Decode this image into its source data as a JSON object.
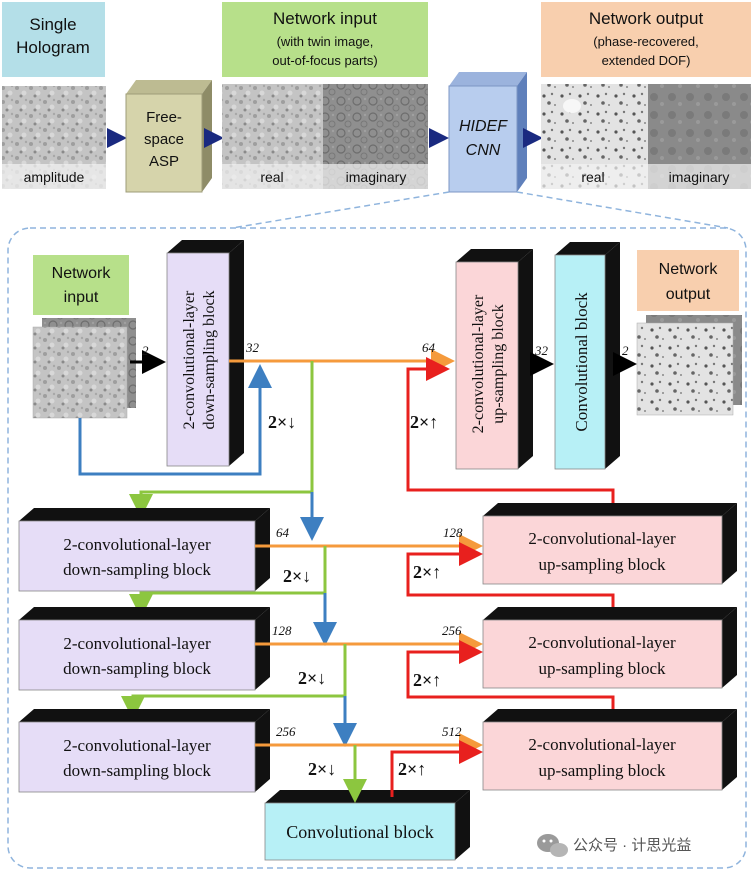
{
  "top": {
    "single_hologram": [
      "Single",
      "Hologram"
    ],
    "amplitude_label": "amplitude",
    "asp_box": [
      "Free-",
      "space",
      "ASP"
    ],
    "network_input_title": "Network input",
    "network_input_subtitle": [
      "(with twin image,",
      "out-of-focus parts)"
    ],
    "real_label": "real",
    "imaginary_label": "imaginary",
    "cnn_box": [
      "HIDEF",
      "CNN"
    ],
    "network_output_title": "Network output",
    "network_output_subtitle": [
      "(phase-recovered,",
      "extended DOF)"
    ],
    "output_real_label": "real",
    "output_imaginary_label": "imaginary"
  },
  "detail": {
    "network_input_label": [
      "Network",
      "input"
    ],
    "network_output_label": [
      "Network",
      "output"
    ],
    "left_top_block": [
      "2-convolutional-layer",
      "down-sampling block"
    ],
    "right_top_up_block": [
      "2-convolutional-layer",
      "up-sampling block"
    ],
    "right_top_conv_block": "Convolutional block",
    "down_blocks": [
      [
        "2-convolutional-layer",
        "down-sampling block"
      ],
      [
        "2-convolutional-layer",
        "down-sampling block"
      ],
      [
        "2-convolutional-layer",
        "down-sampling block"
      ]
    ],
    "up_blocks": [
      [
        "2-convolutional-layer",
        "up-sampling block"
      ],
      [
        "2-convolutional-layer",
        "up-sampling block"
      ],
      [
        "2-convolutional-layer",
        "up-sampling block"
      ]
    ],
    "bottom_conv_block": "Convolutional block",
    "channels": {
      "in": "2",
      "c32": "32",
      "c64_top": "64",
      "c32_right": "32",
      "out": "2",
      "c64": "64",
      "c128_down": "128",
      "c256_down": "256",
      "c128_up": "128",
      "c256_up": "256",
      "c512_up": "512"
    },
    "down_label": "2×↓",
    "up_label": "2×↑"
  },
  "watermark": "公众号 · 计思光益",
  "colors": {
    "blue_label": "#b4dfe8",
    "green_label": "#b7e08a",
    "peach_label": "#f8cfae",
    "asp_front": "#d6d4ab",
    "cnn_front": "#b8cdee",
    "purple_front": "#e6ddf7",
    "pink_front": "#fbd6d8",
    "cyan_front": "#b7f0f6",
    "arrow_orange": "#f59a3c",
    "arrow_green": "#8cc63f",
    "arrow_blue": "#3d7fc1",
    "arrow_red": "#e8201e",
    "dashed_blue": "#8fb4dd"
  }
}
